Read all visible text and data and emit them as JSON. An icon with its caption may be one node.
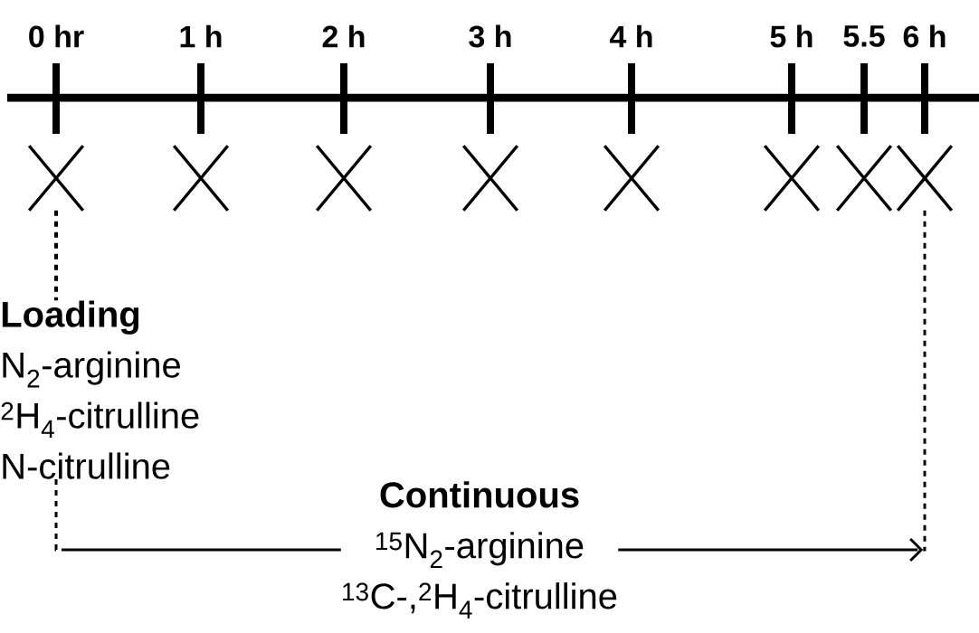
{
  "diagram": {
    "nodes": [
      {
        "text": [],
        "shape": "cross"
      },
      {
        "text": [],
        "shape": "cross"
      },
      {
        "text": [],
        "shape": "cross"
      },
      {
        "text": [],
        "shape": "cross"
      },
      {
        "text": [],
        "shape": "cross"
      },
      {
        "text": [],
        "shape": "cross"
      },
      {
        "text": [],
        "shape": "cross"
      },
      {
        "text": [],
        "shape": "cross"
      },
      {
        "text": [
          "Loading",
          "N$_{2}$-arginine",
          "$^{2}$H$_{4}$-citrulline",
          "N-citrulline"
        ]
      },
      {
        "text": [
          "Continuous",
          "$^{15}$N$_{2}$-arginine",
          "$^{13}$C-,$^{2}$H$_{4}$-citrulline"
        ]
      }
    ],
    "edges": [
      {
        "from": 0,
        "to": 8,
        "arrow": "none",
        "style": "dashed"
      },
      {
        "from": 8,
        "to": 9,
        "arrow": "none"
      },
      {
        "from": 9,
        "to": 7,
        "arrow": "to"
      }
    ],
    "labels": [
      "0 hr",
      "1 h",
      "2 h",
      "3 h",
      "4 h",
      "5 h",
      "5.5",
      "6 h"
    ]
  }
}
